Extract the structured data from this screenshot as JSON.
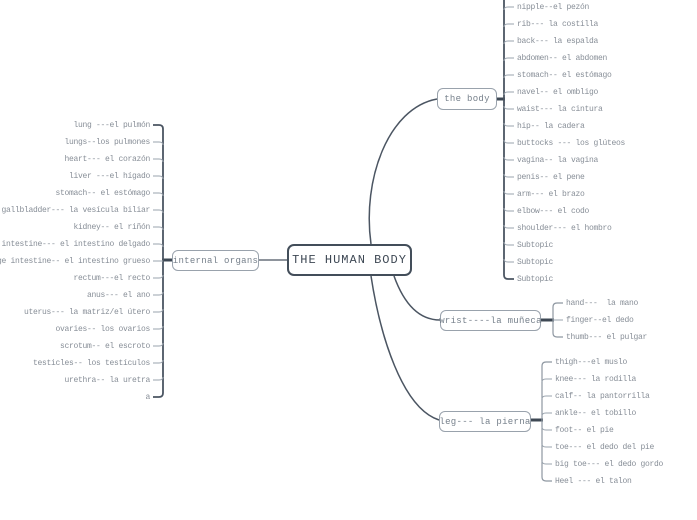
{
  "title": "THE HUMAN BODY mind map",
  "center": {
    "label": "THE HUMAN BODY"
  },
  "branches": {
    "body": {
      "label": "the body",
      "items": [
        "nipple--el pezón",
        "rib--- la costilla",
        "back--- la espalda",
        "abdomen-- el abdomen",
        "stomach-- el estómago",
        "navel-- el ombligo",
        "waist--- la cintura",
        "hip-- la cadera",
        "buttocks --- los glúteos",
        "vagina-- la vagina",
        "penis-- el pene",
        "arm--- el brazo",
        "elbow--- el codo",
        "shoulder--- el hombro",
        "Subtopic",
        "Subtopic",
        "Subtopic"
      ]
    },
    "organs": {
      "label": "internal organs",
      "items": [
        "lung ---el pulmón",
        "lungs--los pulmones",
        "heart--- el corazón",
        "liver ---el hígado",
        "stomach-- el estómago",
        "gallbladder--- la vesícula biliar",
        "kidney-- el riñón",
        "l intestine--- el intestino delgado",
        "rge intestine-- el intestino grueso",
        "rectum---el recto",
        "anus--- el ano",
        "uterus--- la matriz/el útero",
        "ovaries-- los ovarios",
        "scrotum-- el escroto",
        "testicles-- los testículos",
        "urethra-- la uretra",
        "a"
      ]
    },
    "wrist": {
      "label": "wrist----la muñeca",
      "items": [
        "hand---  la mano",
        "finger--el dedo",
        "thumb--- el pulgar"
      ]
    },
    "leg": {
      "label": "leg--- la pierna",
      "items": [
        "thigh---el muslo",
        "knee--- la rodilla",
        "calf-- la pantorrilla",
        "ankle-- el tobillo",
        "foot-- el pie",
        "toe--- el dedo del pie",
        "big toe--- el dedo gordo",
        "Heel --- el talon"
      ]
    }
  },
  "colors": {
    "line_dark": "#4b5562",
    "line_light": "#9aa3ad",
    "trunk_light": "#8e97a1",
    "stub": "#3e4854",
    "leaf_text": "#878e97",
    "node_text": "#76808b",
    "center_text": "#3e4854",
    "node_border": "#99a2ac",
    "center_border": "#434e5a",
    "background": "#ffffff"
  }
}
